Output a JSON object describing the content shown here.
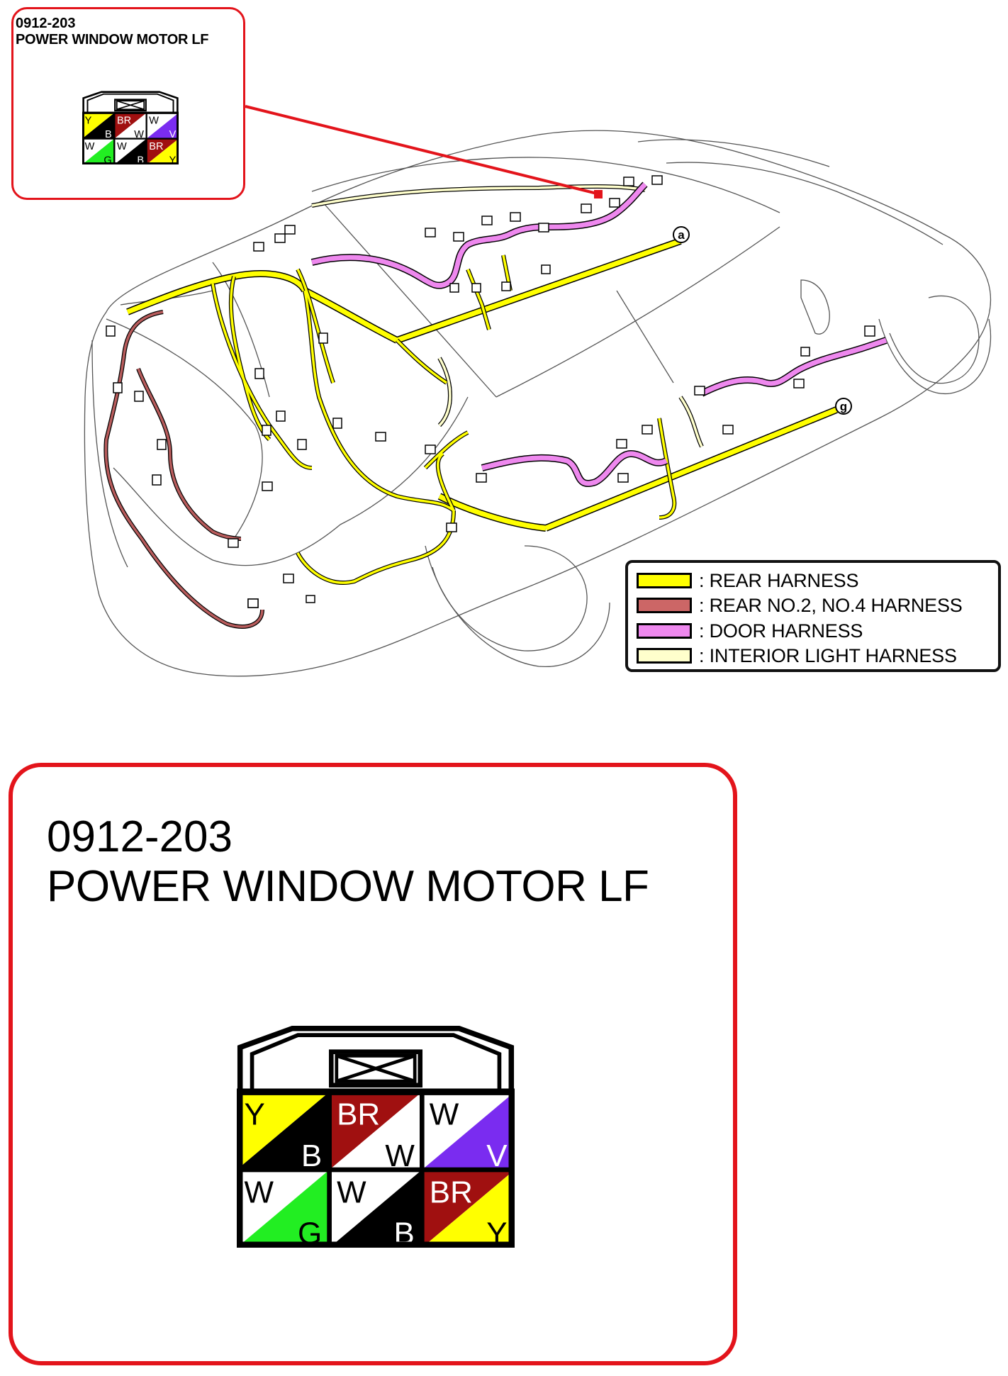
{
  "callout": {
    "code": "0912-203",
    "name": "POWER WINDOW MOTOR LF"
  },
  "detail": {
    "code": "0912-203",
    "name": "POWER WINDOW MOTOR LF"
  },
  "connector": {
    "terminals": [
      {
        "top": "Y",
        "bottom": "B",
        "top_color": "#ffff00",
        "bottom_color": "#000000"
      },
      {
        "top": "BR",
        "bottom": "W",
        "top_color": "#a01010",
        "bottom_color": "#ffffff"
      },
      {
        "top": "W",
        "bottom": "V",
        "top_color": "#ffffff",
        "bottom_color": "#7a2cf0"
      },
      {
        "top": "W",
        "bottom": "G",
        "top_color": "#ffffff",
        "bottom_color": "#22ee22"
      },
      {
        "top": "W",
        "bottom": "B",
        "top_color": "#ffffff",
        "bottom_color": "#000000"
      },
      {
        "top": "BR",
        "bottom": "Y",
        "top_color": "#a01010",
        "bottom_color": "#ffff00"
      }
    ]
  },
  "markers": {
    "a": "a",
    "g": "g"
  },
  "legend": {
    "items": [
      {
        "label": ": REAR HARNESS",
        "color": "#ffff00"
      },
      {
        "label": ": REAR NO.2, NO.4 HARNESS",
        "color": "#cc6666"
      },
      {
        "label": ": DOOR HARNESS",
        "color": "#ee88ee"
      },
      {
        "label": ": INTERIOR LIGHT HARNESS",
        "color": "#ffffcc"
      }
    ]
  },
  "colors": {
    "callout_border": "#e3141b",
    "rear_harness": "#ffff00",
    "rear_no2_harness": "#b85c5c",
    "door_harness": "#ee88ee",
    "interior_light_harness": "#ffffcc"
  }
}
